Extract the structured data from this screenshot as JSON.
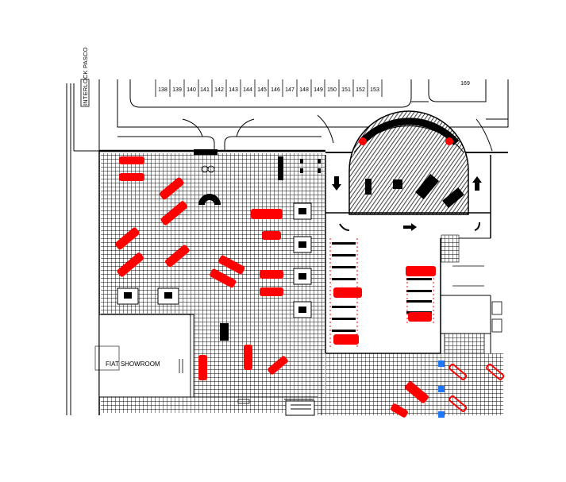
{
  "plan": {
    "side_label": "INTERLOCK PASCO",
    "room_label": "FIAT SHOWROOM",
    "parking_numbers": [
      "138",
      "139",
      "140",
      "141",
      "142",
      "143",
      "144",
      "145",
      "146",
      "147",
      "148",
      "149",
      "150",
      "151",
      "152",
      "153"
    ],
    "right_lot_number": "169"
  },
  "colors": {
    "car": "#ff0000",
    "marker_blue": "#1e78ff",
    "line": "#000000",
    "hatch_dark": "#4a4a4a"
  }
}
